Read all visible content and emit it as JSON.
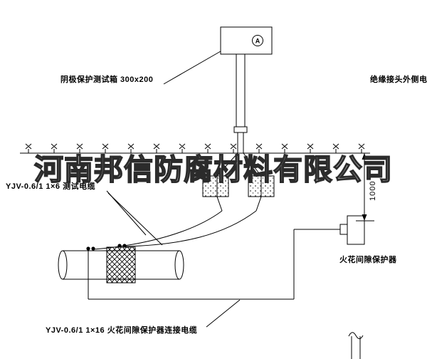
{
  "watermark": "河南邦信防腐材料有限公司",
  "labels": {
    "ammeter": "A",
    "test_box": "阴极保护测试箱 300x200",
    "insulated_joint_cable": "绝缘接头外侧电缆",
    "test_cable": "YJV-0.6/1 1×6  测试电缆",
    "dimension_1000": "1000",
    "spark_gap_protector": "火花间隙保护器",
    "connection_cable": "YJV-0.6/1 1×16  火花间隙保护器连接电缆"
  },
  "colors": {
    "line": "#000000",
    "background": "#ffffff",
    "watermark_outline": "#2b2b2b"
  }
}
